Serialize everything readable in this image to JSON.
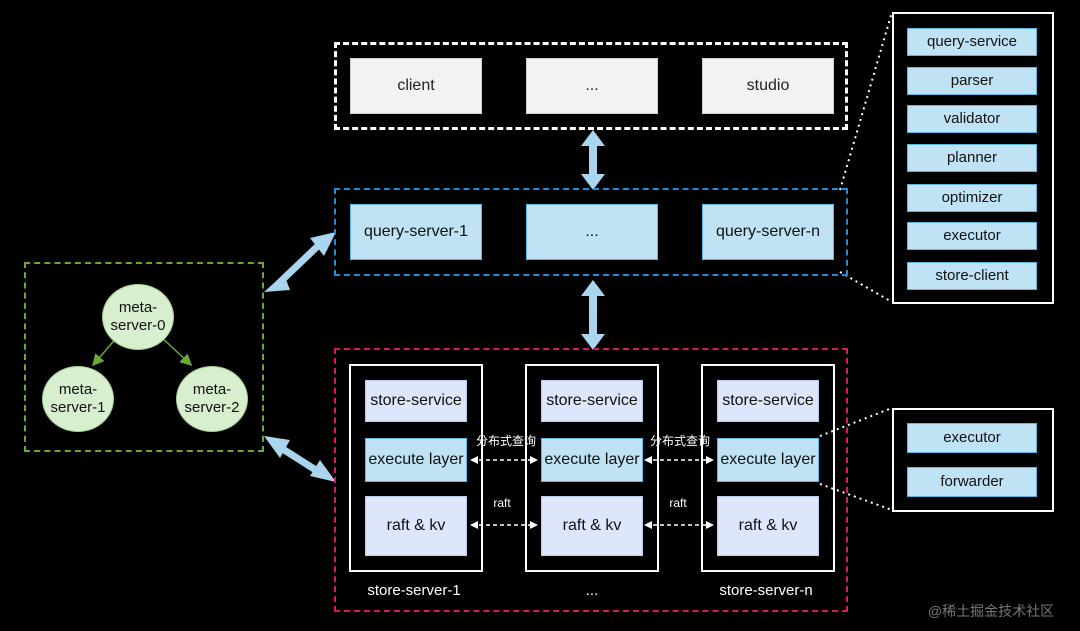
{
  "clients": [
    "client",
    "...",
    "studio"
  ],
  "query_servers": [
    "query-server-1",
    "...",
    "query-server-n"
  ],
  "query_detail": [
    "query-service",
    "parser",
    "validator",
    "planner",
    "optimizer",
    "executor",
    "store-client"
  ],
  "meta_servers": {
    "root": "meta-server-0",
    "child_left": "meta-server-1",
    "child_right": "meta-server-2"
  },
  "store_servers": [
    {
      "name": "store-server-1",
      "service": "store-service",
      "execute": "execute layer",
      "storage": "raft & kv"
    },
    {
      "name": "...",
      "service": "store-service",
      "execute": "execute layer",
      "storage": "raft & kv"
    },
    {
      "name": "store-server-n",
      "service": "store-service",
      "execute": "execute layer",
      "storage": "raft & kv"
    }
  ],
  "link_labels": {
    "execute_link": "分布式查询",
    "storage_link": "raft"
  },
  "execute_detail": [
    "executor",
    "forwarder"
  ],
  "watermark": "@稀土掘金技术社区",
  "colors": {
    "background": "#000000",
    "client_border": "#ffffff",
    "query_border": "#1e8fd6",
    "meta_border": "#6aa83a",
    "store_border": "#d81b60",
    "arrow": "#a9d5ee",
    "query_box": "#bfe3f5",
    "store_box": "#dde6fb",
    "meta_node": "#d8efcf"
  }
}
